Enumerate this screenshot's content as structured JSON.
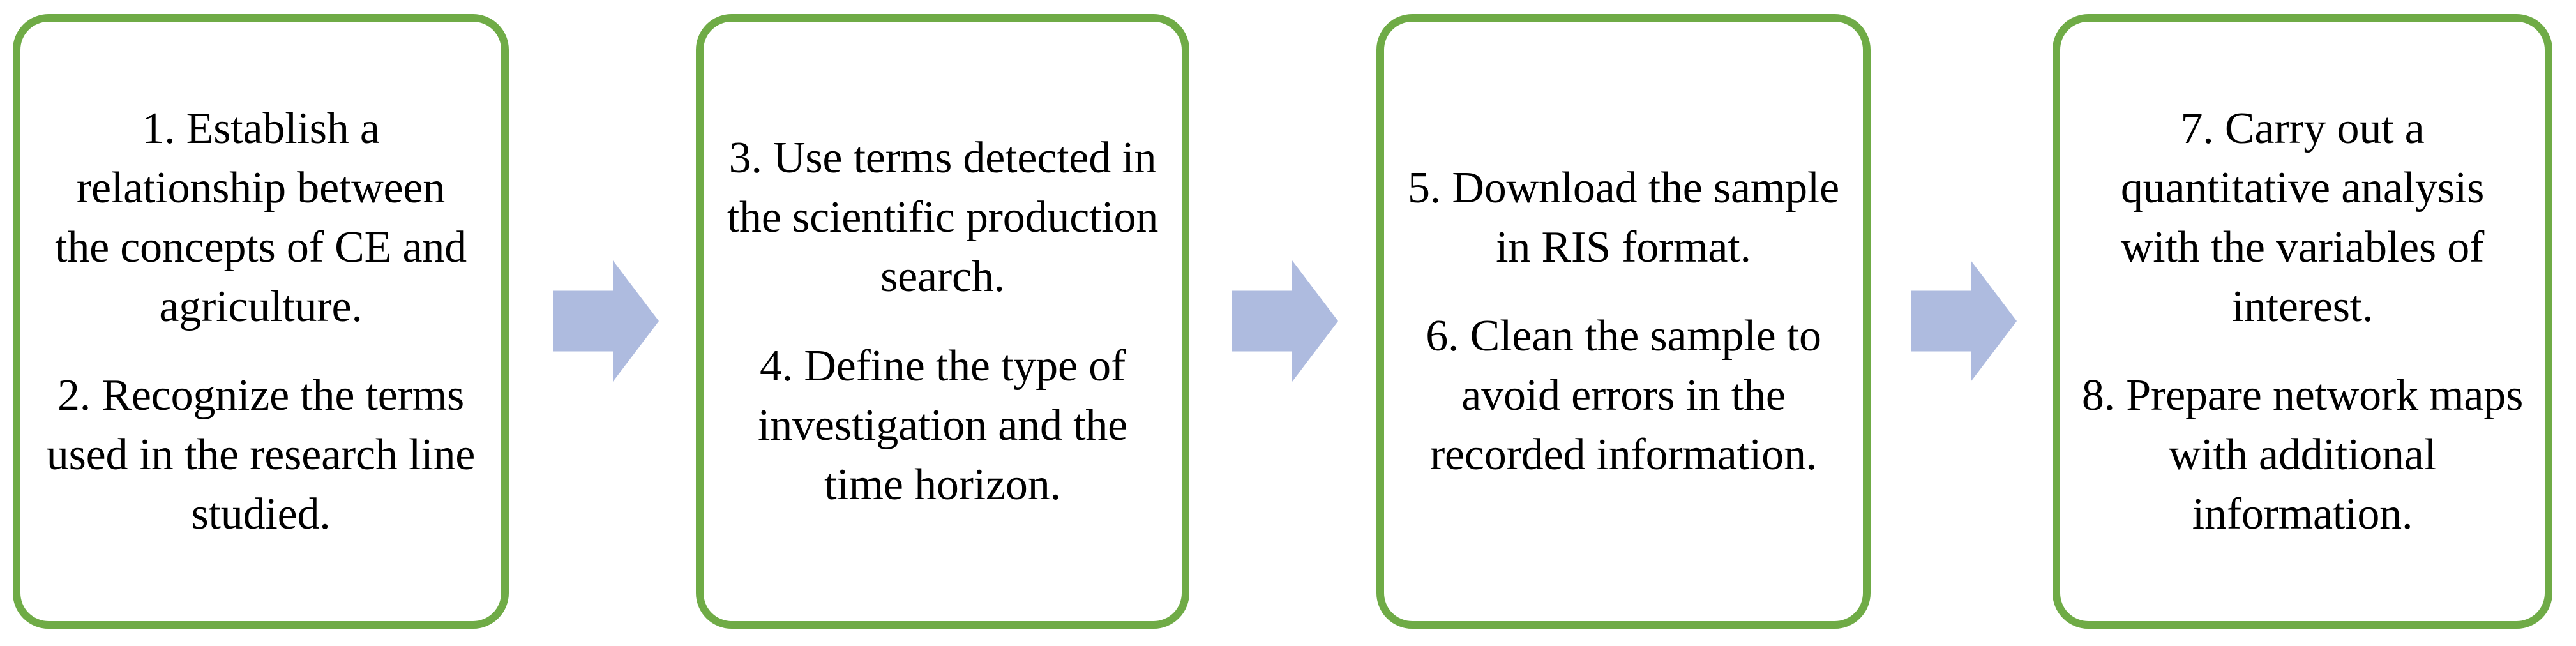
{
  "diagram": {
    "type": "horizontal-process-flow",
    "orientation": "left-to-right",
    "step_count": 4,
    "colors": {
      "box_border": "#6FAB46",
      "box_fill": "#FFFFFF",
      "arrow_fill": "#AEBBDF",
      "text": "#000000",
      "background": "#FFFFFF"
    },
    "stages": [
      {
        "id": "stage-1",
        "paragraphs": [
          "1. Establish a relationship between the concepts of CE and agriculture.",
          "2. Recognize the terms used in the research line studied."
        ]
      },
      {
        "id": "stage-2",
        "paragraphs": [
          "3. Use terms detected in the scientific production search.",
          "4. Define the type of investigation and the time horizon."
        ]
      },
      {
        "id": "stage-3",
        "paragraphs": [
          "5. Download the sample in RIS format.",
          "6. Clean the sample to avoid errors in the recorded information."
        ]
      },
      {
        "id": "stage-4",
        "paragraphs": [
          "7. Carry out a quantitative analysis with the variables of interest.",
          "8. Prepare network maps with additional information."
        ]
      }
    ],
    "connectors": [
      {
        "id": "connector-1",
        "from": "stage-1",
        "to": "stage-2",
        "shape": "right-block-arrow"
      },
      {
        "id": "connector-2",
        "from": "stage-2",
        "to": "stage-3",
        "shape": "right-block-arrow"
      },
      {
        "id": "connector-3",
        "from": "stage-3",
        "to": "stage-4",
        "shape": "right-block-arrow"
      }
    ]
  }
}
